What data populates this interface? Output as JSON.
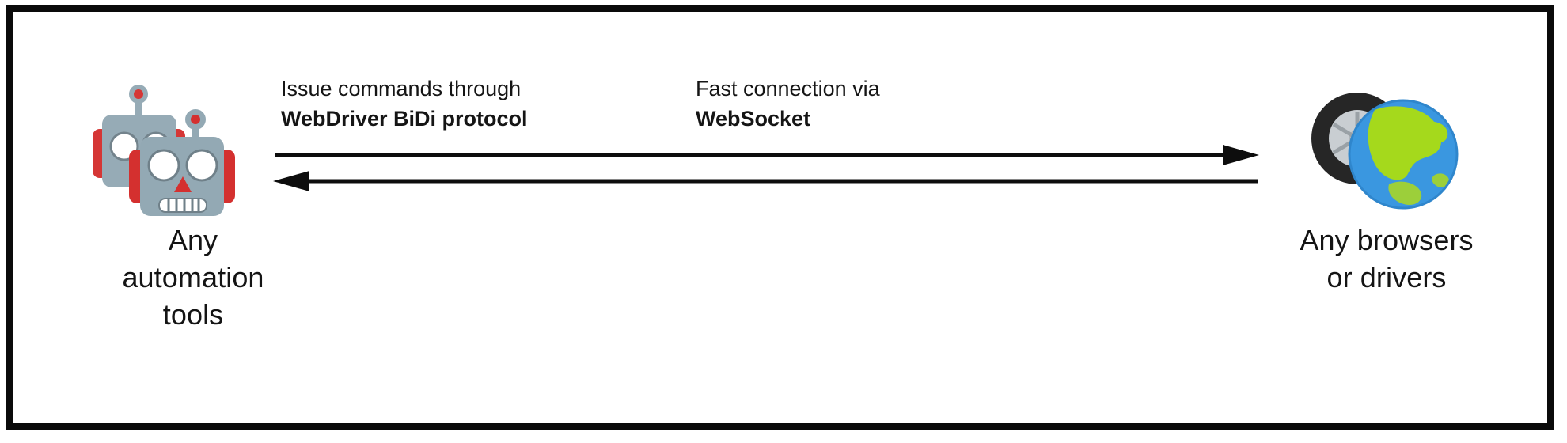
{
  "diagram": {
    "type": "architecture-flow",
    "border_color": "#0a0a0a",
    "background": "#ffffff",
    "left_node": {
      "icon": "robot-icon",
      "caption": "Any\nautomation\ntools",
      "colors": {
        "body": "#93a9b4",
        "accent": "#d4302f",
        "detail": "#ffffff"
      }
    },
    "right_node": {
      "icon": "globe-wheel-icon",
      "caption": "Any browsers\nor drivers",
      "colors": {
        "ocean": "#3a97e0",
        "land": "#a5d91c",
        "tire": "#262626",
        "rim": "#c9ced2"
      }
    },
    "edges": [
      {
        "name": "commands-edge",
        "direction": "left-to-right",
        "label_line_1": "Issue commands through",
        "label_line_2": "WebDriver BiDi protocol"
      },
      {
        "name": "connection-edge",
        "direction": "right-to-left",
        "label_line_1": "Fast connection via",
        "label_line_2": "WebSocket"
      }
    ],
    "arrow_color": "#0d0d0d"
  }
}
